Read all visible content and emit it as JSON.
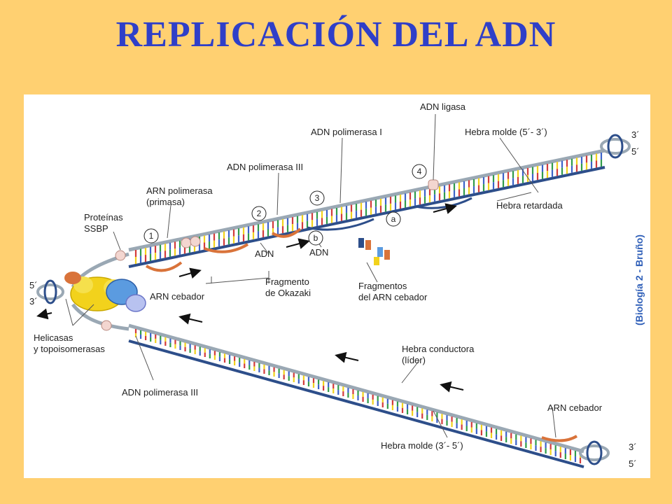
{
  "title": "REPLICACIÓN DEL ADN",
  "credit": "(Biología 2 - Bruño)",
  "labels": {
    "adn_ligasa": "ADN ligasa",
    "adn_polimerasa_i": "ADN polimerasa I",
    "hebra_molde_5_3": "Hebra molde (5´- 3´)",
    "adn_polimerasa_iii_top": "ADN polimerasa III",
    "arn_polimerasa_1": "ARN polimerasa",
    "arn_polimerasa_2": "(primasa)",
    "proteinas_1": "Proteínas",
    "proteinas_2": "SSBP",
    "hebra_retardada": "Hebra retardada",
    "adn_1": "ADN",
    "adn_2": "ADN",
    "arn_cebador_top": "ARN cebador",
    "fragmento_1": "Fragmento",
    "fragmento_2": "de Okazaki",
    "fragmentos_arn_1": "Fragmentos",
    "fragmentos_arn_2": "del ARN cebador",
    "helicasas_1": "Helicasas",
    "helicasas_2": "y topoisomerasas",
    "hebra_conductora_1": "Hebra conductora",
    "hebra_conductora_2": "(líder)",
    "adn_polimerasa_iii_bottom": "ADN polimerasa III",
    "arn_cebador_bottom": "ARN cebador",
    "hebra_molde_3_5": "Hebra molde (3´- 5´)"
  },
  "ends": {
    "top_3": "3´",
    "top_5": "5´",
    "left_5": "5´",
    "left_3": "3´",
    "bottom_3": "3´",
    "bottom_5": "5´"
  },
  "steps": {
    "s1": "1",
    "s2": "2",
    "s3": "3",
    "s4": "4",
    "sa": "a",
    "sb": "b"
  },
  "colors": {
    "background": "#FFD071",
    "title": "#2F3FC8",
    "strand": "#9AA8B4",
    "strand_dark": "#2D4E8A",
    "primer": "#D9733A",
    "helicase": "#F2D21C",
    "polymerase": "#5B9BE0",
    "ssbp": "#F3D6D0"
  }
}
